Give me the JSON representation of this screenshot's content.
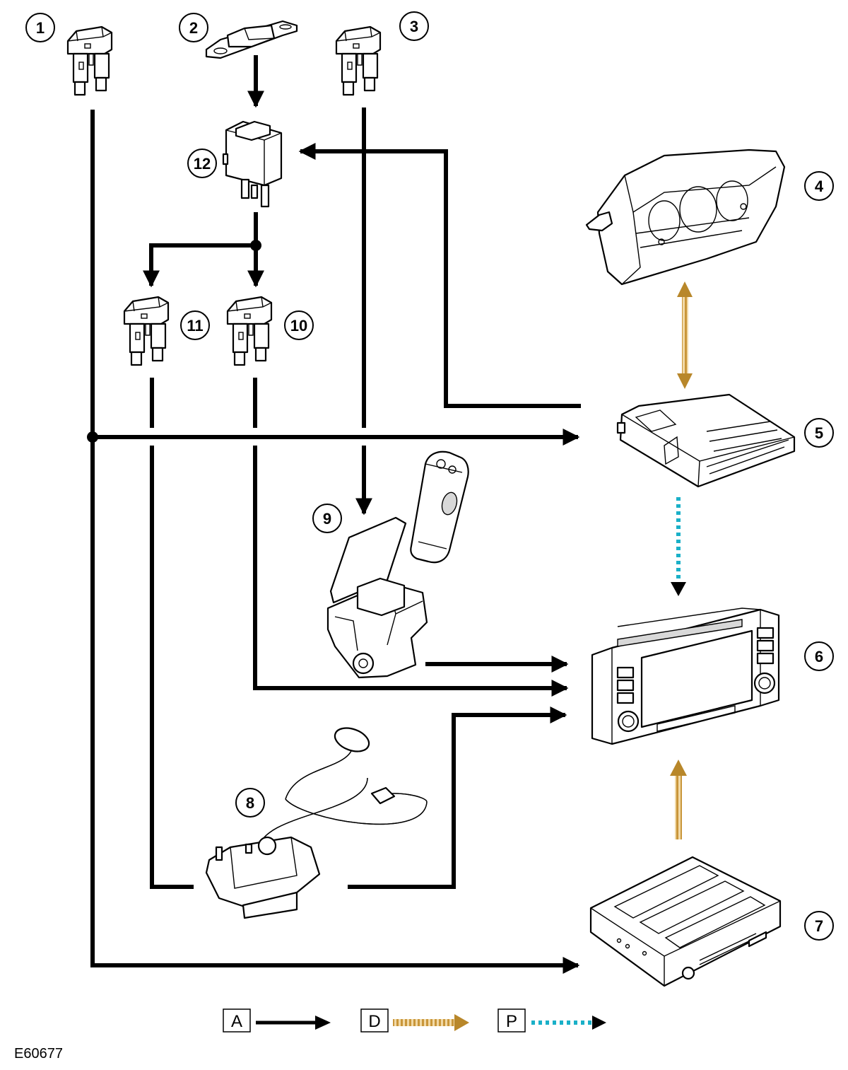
{
  "diagram": {
    "reference": "E60677",
    "callouts": [
      "1",
      "2",
      "3",
      "4",
      "5",
      "6",
      "7",
      "8",
      "9",
      "10",
      "11",
      "12"
    ],
    "legend": [
      {
        "key": "A",
        "color": "#000000",
        "style": "solid"
      },
      {
        "key": "D",
        "color": "#b8872a",
        "style": "hatched"
      },
      {
        "key": "P",
        "color": "#1ab0c8",
        "style": "dotted"
      }
    ]
  }
}
